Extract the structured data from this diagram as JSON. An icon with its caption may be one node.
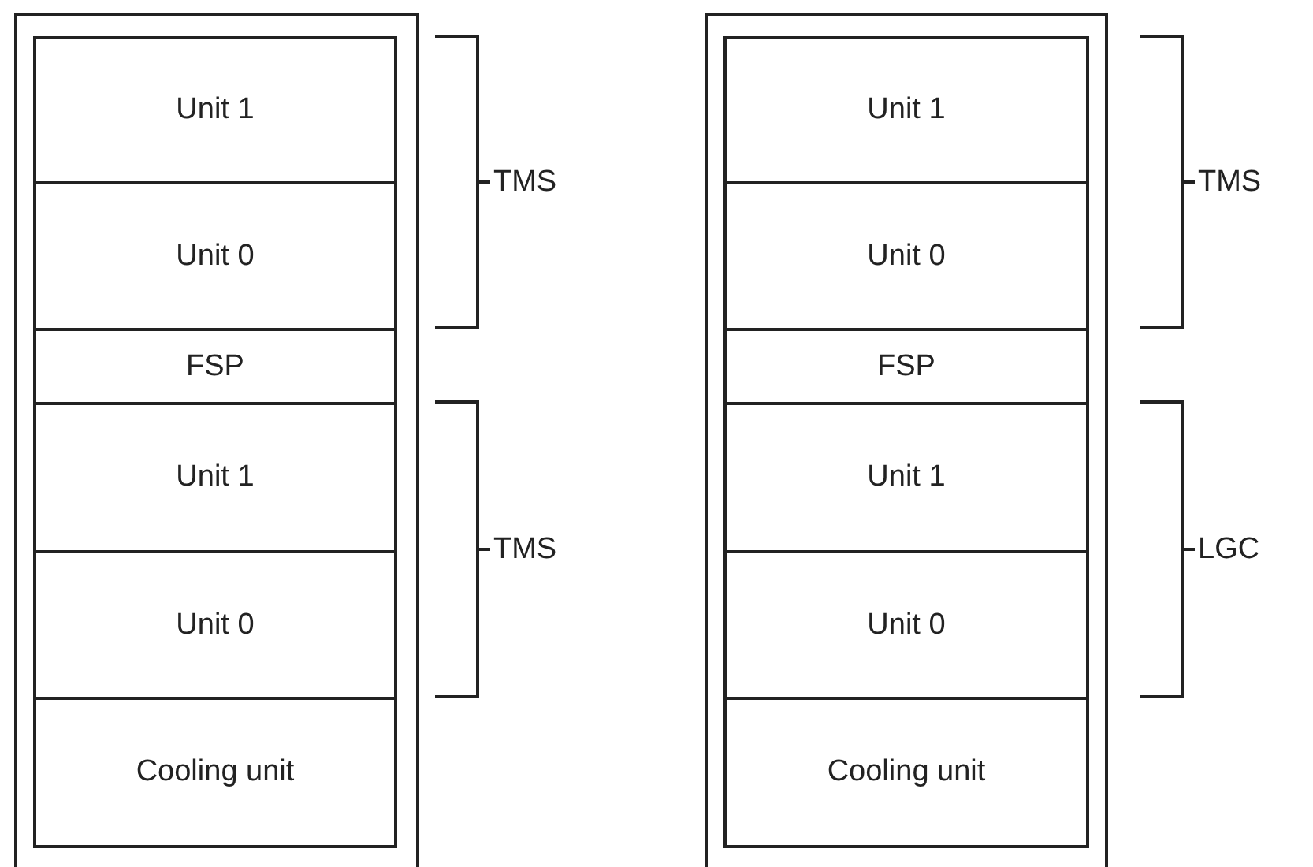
{
  "diagram": {
    "nodes": [
      {
        "text": [],
        "shape": "box"
      },
      {
        "text": [
          "Unit 1"
        ],
        "in": 0
      },
      {
        "text": [
          "Unit 0"
        ],
        "in": 0
      },
      {
        "text": [
          "FSP"
        ],
        "in": 0
      },
      {
        "text": [
          "Unit 1"
        ],
        "in": 0
      },
      {
        "text": [
          "Unit 0"
        ],
        "in": 0
      },
      {
        "text": [
          "Cooling unit"
        ],
        "in": 0
      },
      {
        "text": [],
        "shape": "box"
      },
      {
        "text": [
          "Unit 1"
        ],
        "in": 7
      },
      {
        "text": [
          "Unit 0"
        ],
        "in": 7
      },
      {
        "text": [
          "FSP"
        ],
        "in": 7
      },
      {
        "text": [
          "Unit 1"
        ],
        "in": 7
      },
      {
        "text": [
          "Unit 0"
        ],
        "in": 7
      },
      {
        "text": [
          "Cooling unit"
        ],
        "in": 7
      }
    ],
    "labels": [
      "TMS",
      "TMS",
      "TMS",
      "LGC"
    ]
  }
}
